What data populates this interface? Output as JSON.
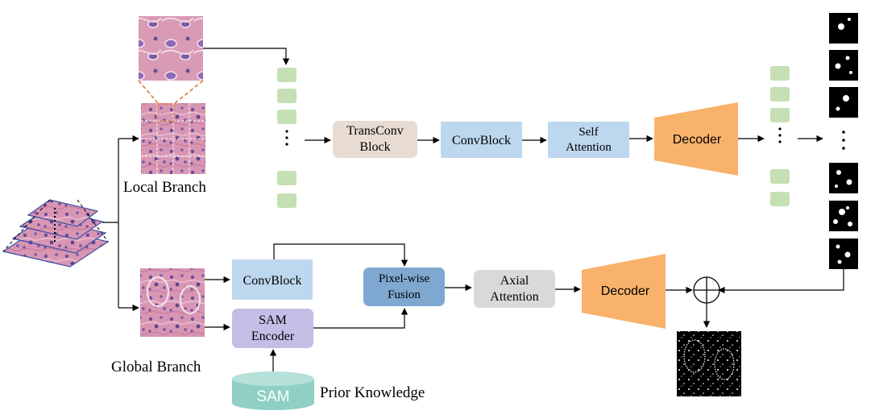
{
  "local_branch": {
    "label": "Local Branch",
    "transconv_block": [
      "TransConv",
      "Block"
    ],
    "convblock": "ConvBlock",
    "self_attention": [
      "Self",
      "Attention"
    ],
    "decoder": "Decoder"
  },
  "global_branch": {
    "label": "Global Branch",
    "convblock": "ConvBlock",
    "sam_encoder": [
      "SAM",
      "Encoder"
    ],
    "pixel_fusion": [
      "Pixel-wise",
      "Fusion"
    ],
    "axial_attention": [
      "Axial",
      "Attention"
    ],
    "decoder": "Decoder",
    "sam_db": "SAM",
    "prior_knowledge": "Prior Knowledge"
  },
  "colors": {
    "transconv": "#e8dcd2",
    "convblock": "#bdd7ee",
    "self_attention": "#bdd7ee",
    "decoder": "#f9b26b",
    "sam_encoder": "#c4bde6",
    "pixel_fusion": "#7fa8d0",
    "axial_attention": "#d9d9d9",
    "sam_db": "#8fcfc4",
    "token": "#c5e0b4",
    "tissue": "#d592ae",
    "stroke": "#000000",
    "pyramid_stroke": "#3b4fa8",
    "crop_link": "#e07b2e"
  }
}
